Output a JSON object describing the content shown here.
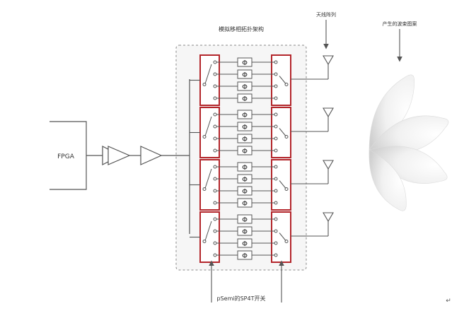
{
  "labels": {
    "title": "模拟移相拓扑架构",
    "fpga": "FPGA",
    "antenna_array": "天线阵列",
    "beam_pattern": "产生的波束图案",
    "switch_note": "pSemi的SP4T开关",
    "phase_symbol": "Φ",
    "return_mark": "↵"
  },
  "structure": {
    "groups": 4,
    "phase_shifters_per_group": 4,
    "amplifier_stages": 2,
    "antennas": 4,
    "beam_lobes": 4
  },
  "colors": {
    "line": "#555555",
    "switch_border": "#b3262b",
    "dashed_box": "#8a8a8a",
    "text": "#333333"
  },
  "icons": [
    "sp4t-switch-icon",
    "phase-shifter-icon",
    "amplifier-icon",
    "antenna-icon",
    "arrow-icon"
  ]
}
